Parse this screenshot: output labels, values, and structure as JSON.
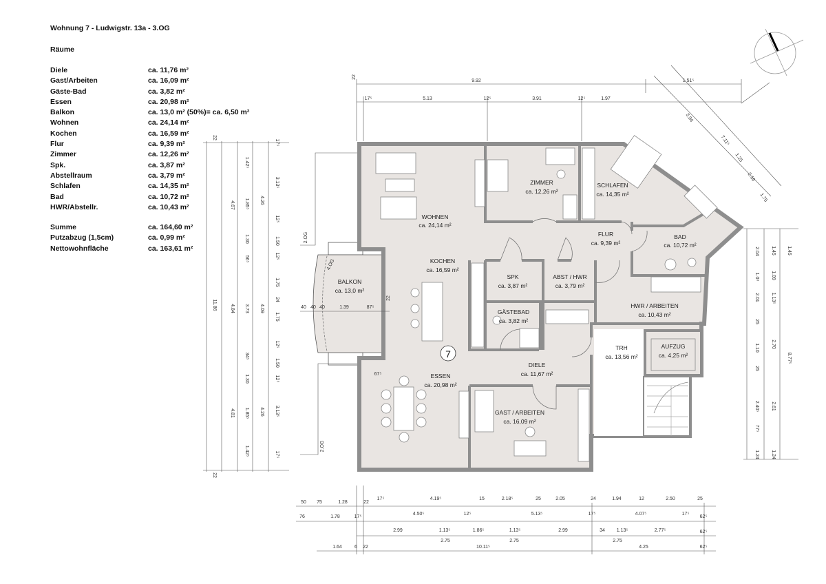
{
  "header": {
    "title": "Wohnung 7 - Ludwigstr. 13a - 3.OG",
    "section": "Räume"
  },
  "room_list": [
    {
      "name": "Diele",
      "area": "ca. 11,76 m²"
    },
    {
      "name": "Gast/Arbeiten",
      "area": "ca. 16,09 m²"
    },
    {
      "name": "Gäste-Bad",
      "area": "ca. 3,82 m²"
    },
    {
      "name": "Essen",
      "area": "ca. 20,98 m²"
    },
    {
      "name": "Balkon",
      "area": "ca. 13,0 m² (50%)= ca. 6,50 m²"
    },
    {
      "name": "Wohnen",
      "area": "ca. 24,14 m²"
    },
    {
      "name": "Kochen",
      "area": "ca. 16,59 m²"
    },
    {
      "name": "Flur",
      "area": "ca. 9,39 m²"
    },
    {
      "name": "Zimmer",
      "area": "ca. 12,26 m²"
    },
    {
      "name": "Spk.",
      "area": "ca. 3,87 m²"
    },
    {
      "name": "Abstellraum",
      "area": "ca. 3,79 m²"
    },
    {
      "name": "Schlafen",
      "area": "ca. 14,35 m²"
    },
    {
      "name": "Bad",
      "area": "ca. 10,72 m²"
    },
    {
      "name": "HWR/Abstellr.",
      "area": "ca. 10,43 m²"
    }
  ],
  "totals": [
    {
      "name": "Summe",
      "area": "ca. 164,60 m²"
    },
    {
      "name": "Putzabzug (1,5cm)",
      "area": "ca. 0,99 m²"
    },
    {
      "name": "Nettowohnfläche",
      "area": "ca. 163,61 m²"
    }
  ],
  "plan": {
    "unit_number": "7",
    "rooms": {
      "wohnen": {
        "name": "WOHNEN",
        "area": "ca. 24,14 m²"
      },
      "zimmer": {
        "name": "ZIMMER",
        "area": "ca. 12,26 m²"
      },
      "schlafen": {
        "name": "SCHLAFEN",
        "area": "ca. 14,35 m²"
      },
      "flur": {
        "name": "FLUR",
        "area": "ca. 9,39 m²"
      },
      "bad": {
        "name": "BAD",
        "area": "ca. 10,72 m²"
      },
      "kochen": {
        "name": "KOCHEN",
        "area": "ca. 16,59 m²"
      },
      "spk": {
        "name": "SPK",
        "area": "ca. 3,87 m²"
      },
      "abst": {
        "name": "ABST / HWR",
        "area": "ca. 3,79 m²"
      },
      "gaestebad": {
        "name": "GÄSTEBAD",
        "area": "ca. 3,82 m²"
      },
      "hwr": {
        "name": "HWR / ARBEITEN",
        "area": "ca. 10,43 m²"
      },
      "trh": {
        "name": "TRH",
        "area": "ca. 13,56 m²"
      },
      "aufzug": {
        "name": "AUFZUG",
        "area": "ca. 4,25 m²"
      },
      "diele": {
        "name": "DIELE",
        "area": "ca. 11,67 m²"
      },
      "essen": {
        "name": "ESSEN",
        "area": "ca. 20,98 m²"
      },
      "gast": {
        "name": "GAST / ARBEITEN",
        "area": "ca. 16,09 m²"
      },
      "balkon": {
        "name": "BALKON",
        "area": "ca. 13,0 m²"
      }
    },
    "floor_notes": [
      "2.OG",
      "4.OG",
      "2.OG"
    ]
  },
  "dimensions": {
    "top_row1": [
      "22",
      "9.92",
      "1.51⁵"
    ],
    "top_row2": [
      "17⁵",
      "5.13",
      "12⁵",
      "3.91",
      "12⁵",
      "1.97"
    ],
    "diagonal": [
      "3.94",
      "7.11⁵",
      "1.25",
      "2.16",
      "1.75"
    ],
    "left_col1": [
      "22",
      "11.86",
      "22"
    ],
    "left_col2": [
      "4.67",
      "4.84",
      "4.81"
    ],
    "left_col3": [
      "1.42⁵",
      "1.85⁵",
      "1.30",
      "56⁵",
      "3.73",
      "34⁵",
      "1.30",
      "1.85⁵",
      "1.42⁵"
    ],
    "left_col4": [
      "4.26",
      "4.09",
      "4.26"
    ],
    "left_col5": [
      "17⁵",
      "3.13⁵",
      "12⁵",
      "1.50",
      "12⁵",
      "1.75",
      "24",
      "1.75",
      "12⁵",
      "1.50",
      "12⁵",
      "3.13⁵",
      "17⁵"
    ],
    "right_col1": [
      "2.04",
      "1.0⁸",
      "2.01",
      "25",
      "1.10",
      "25",
      "2.40⁵",
      "77⁵",
      "1.24"
    ],
    "right_col2": [
      "1.45",
      "1.09",
      "1.13⁵",
      "2.70",
      "2.61",
      "1.24"
    ],
    "right_col3": [
      "1.45",
      "8.77⁵"
    ],
    "bottom_row1": [
      "50",
      "75",
      "1.28",
      "22",
      "17⁵",
      "4.19⁵",
      "15",
      "2.18⁵",
      "25",
      "2.05",
      "24",
      "1.94",
      "12",
      "2.50",
      "25"
    ],
    "bottom_row2": [
      "76",
      "1.78",
      "17⁵",
      "4.50⁵",
      "12⁵",
      "5.13⁵",
      "17⁵",
      "4.07⁵",
      "17⁵",
      "62⁵"
    ],
    "bottom_row3": [
      "2.99",
      "1.13⁵",
      "1.86⁵",
      "1.13⁵",
      "2.99",
      "34",
      "1.13⁵",
      "2.77⁵",
      "62⁵"
    ],
    "bottom_row3b": [
      "2.75",
      "2.75",
      "2.75"
    ],
    "bottom_row4": [
      "1.64",
      "6",
      "22",
      "10.11⁵",
      "4.25",
      "62⁵"
    ],
    "balcony": [
      "40",
      "40",
      "40",
      "1.39",
      "87⁵",
      "22",
      "67⁵"
    ]
  },
  "colors": {
    "floor": "#e9e5e2",
    "wall": "#8e8e8e",
    "stair": "#ffffff"
  }
}
